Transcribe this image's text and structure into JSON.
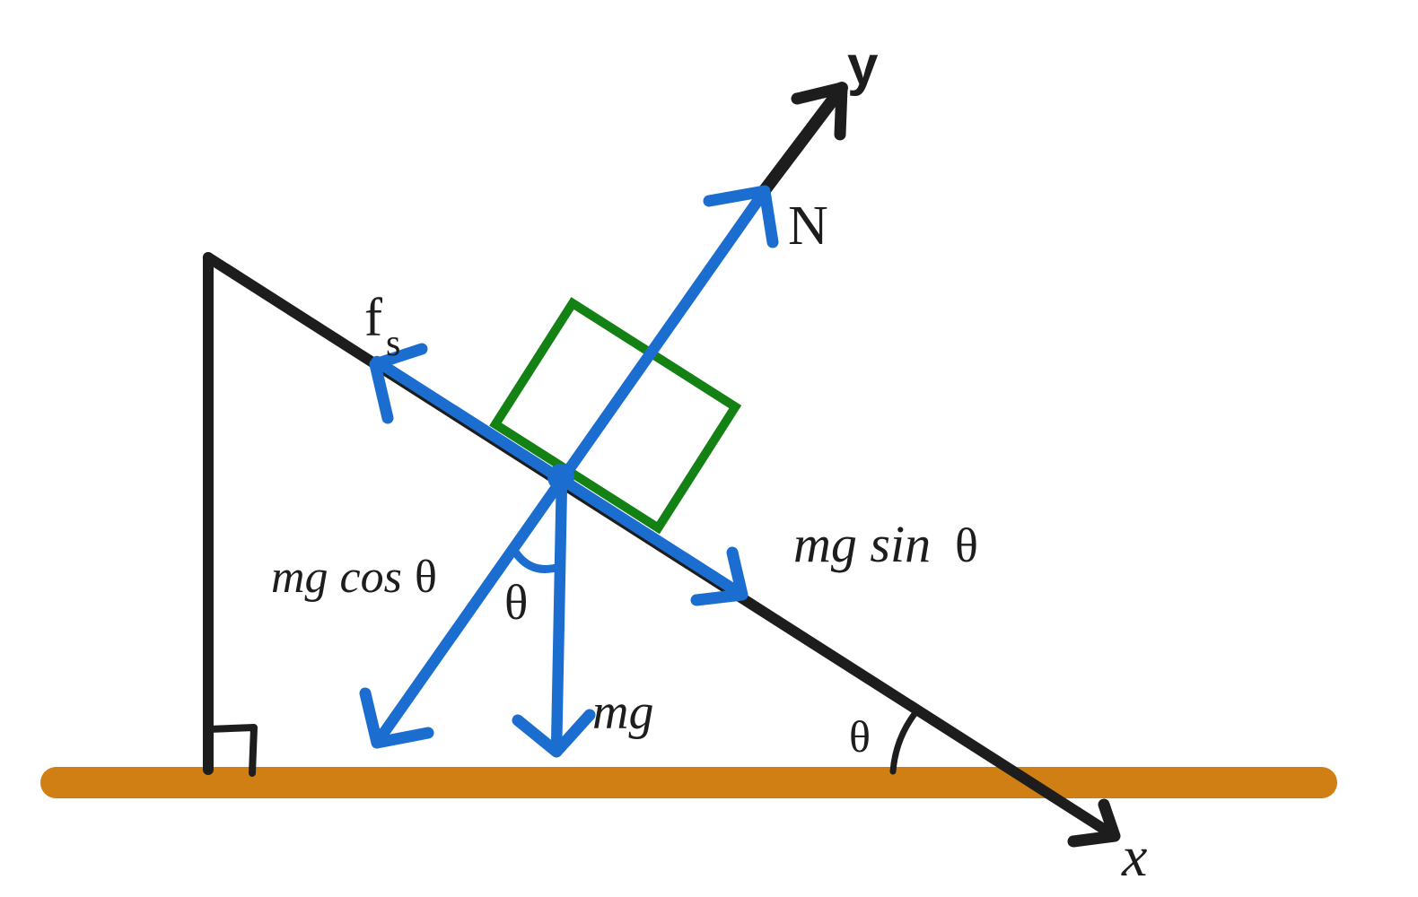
{
  "colors": {
    "blue": "#1b6ecf",
    "green": "#148114",
    "orange": "#d07f14",
    "black": "#1d1d1d"
  },
  "labels": {
    "y_axis": "y",
    "x_axis": "x",
    "normal": "N",
    "friction_base": "f",
    "friction_sub": "s",
    "mg_cos": "mg cos",
    "mg_sin": "mg sin",
    "weight": "mg",
    "theta": "θ"
  }
}
